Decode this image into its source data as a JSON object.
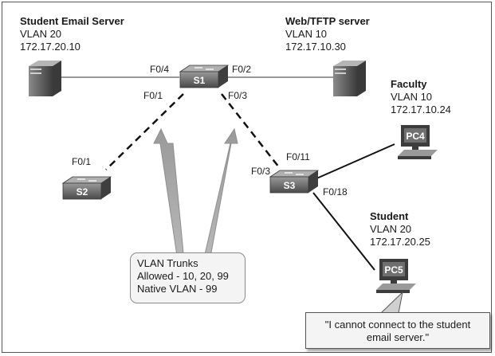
{
  "servers": {
    "email": {
      "name": "Student Email Server",
      "vlan": "VLAN 20",
      "ip": "172.17.20.10"
    },
    "web": {
      "name": "Web/TFTP server",
      "vlan": "VLAN 10",
      "ip": "172.17.10.30"
    }
  },
  "hosts": {
    "faculty": {
      "name": "Faculty",
      "vlan": "VLAN 10",
      "ip": "172.17.10.24",
      "pc_label": "PC4"
    },
    "student": {
      "name": "Student",
      "vlan": "VLAN 20",
      "ip": "172.17.20.25",
      "pc_label": "PC5"
    }
  },
  "switches": {
    "s1": "S1",
    "s2": "S2",
    "s3": "S3"
  },
  "ports": {
    "s1_f04": "F0/4",
    "s1_f02": "F0/2",
    "s1_f01": "F0/1",
    "s1_f03": "F0/3",
    "s2_f01": "F0/1",
    "s3_f011": "F0/11",
    "s3_f03": "F0/3",
    "s3_f018": "F0/18"
  },
  "callout": {
    "line1": "VLAN Trunks",
    "line2": "Allowed - 10, 20, 99",
    "line3": "Native VLAN - 99"
  },
  "speech": {
    "line1": "\"I cannot connect to the student",
    "line2": "email server.\""
  },
  "colors": {
    "device": "#5a5a5a",
    "arrow": "#a9a9a9",
    "cable": "#111111"
  }
}
